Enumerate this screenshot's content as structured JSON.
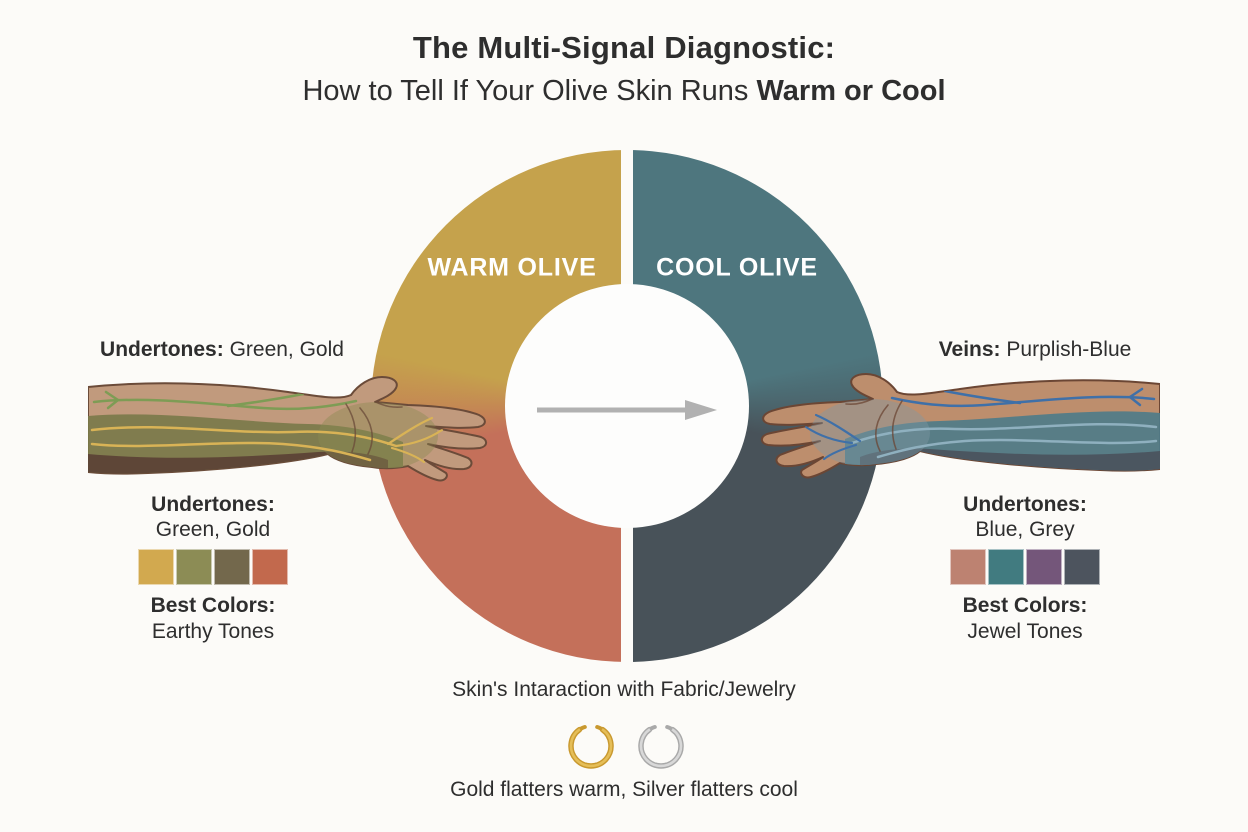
{
  "title": {
    "line1": "The Multi-Signal Diagnostic:",
    "line2_prefix": "How to Tell If Your Olive Skin Runs ",
    "line2_emphasis": "Warm or Cool"
  },
  "donut": {
    "warm_label": "WARM OLIVE",
    "cool_label": "COOL OLIVE",
    "arrow_icon": "right-arrow"
  },
  "callouts": {
    "warm": {
      "label": "Undertones:",
      "value": "Green, Gold"
    },
    "cool": {
      "label": "Veins:",
      "value": "Purplish-Blue"
    }
  },
  "warm_panel": {
    "undertones_label": "Undertones:",
    "undertones_value": "Green, Gold",
    "swatches": [
      "#d2a94f",
      "#8c8c55",
      "#73684c",
      "#c2694d"
    ],
    "best_label": "Best Colors:",
    "best_value": "Earthy Tones"
  },
  "cool_panel": {
    "undertones_label": "Undertones:",
    "undertones_value": "Blue, Grey",
    "swatches": [
      "#bd8271",
      "#417b80",
      "#74567a",
      "#4d545e"
    ],
    "best_label": "Best Colors:",
    "best_value": "Jewel Tones"
  },
  "footer": {
    "heading": "Skin's Intaraction with Fabric/Jewelry",
    "caption": "Gold flatters warm, Silver flatters cool"
  },
  "theme": {
    "bg": "#fcfbf8",
    "text": "#2e2e2e",
    "warm-top": "#c5a24c",
    "warm-bottom": "#c4705a",
    "cool-top": "#4e767e",
    "cool-bottom": "#485259",
    "arrow": "#b1b1b1",
    "gold-ring": "#c9992f",
    "gold-ring-light": "#e5be58",
    "silver-ring": "#a9a9a9",
    "silver-ring-light": "#d8d8d8"
  }
}
